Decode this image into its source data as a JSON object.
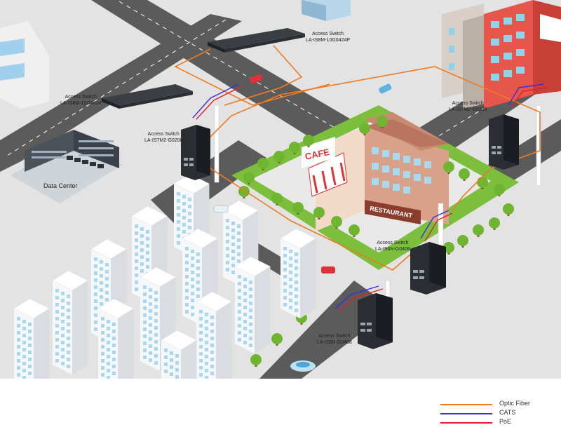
{
  "switches": [
    {
      "id": "s1",
      "title": "Access Switch",
      "model": "LA-IS8M-10G0424P"
    },
    {
      "id": "s2",
      "title": "Access Switch",
      "model": "LA-IS8M-10G0424"
    },
    {
      "id": "s3",
      "title": "Access Switch",
      "model": "LA-IS7M2-G0208"
    },
    {
      "id": "s4",
      "title": "Access Switch",
      "model": "LA-IS7M2-G0208"
    },
    {
      "id": "s5",
      "title": "Access Switch",
      "model": "LA-IS6N-G0408"
    },
    {
      "id": "s6",
      "title": "Access Switch",
      "model": "LA-IS6N-G0408"
    }
  ],
  "data_center_label": "Data Center",
  "signs": {
    "cafe": "CAFE",
    "restaurant": "RESTAURANT"
  },
  "legend": [
    {
      "label": "Optic Fiber",
      "color": "#f07a22"
    },
    {
      "label": "CATS",
      "color": "#3a2fd6"
    },
    {
      "label": "PoE",
      "color": "#e0202e"
    }
  ]
}
